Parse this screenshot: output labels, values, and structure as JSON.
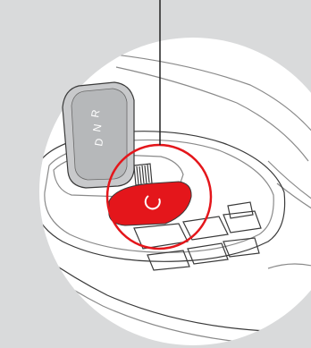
{
  "illustration": {
    "gear_letters": [
      "R",
      "N",
      "D"
    ],
    "colors": {
      "background": "#d9dadb",
      "interior": "#ffffff",
      "line": "#3a3a3a",
      "soft_line": "#8a8a8a",
      "lever": "#c8c9cb",
      "highlight": "#e4161b",
      "leader": "#222222"
    },
    "icons": {
      "start_button_glyph": "power-icon"
    }
  }
}
